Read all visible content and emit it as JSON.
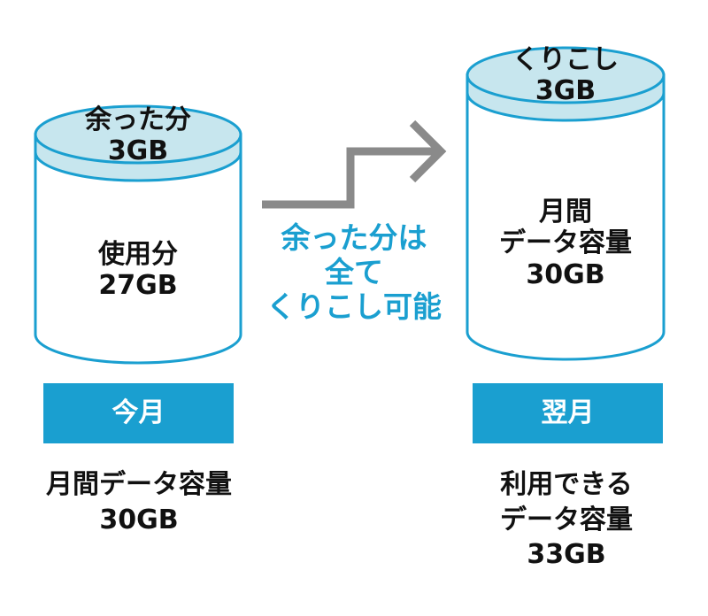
{
  "left_cylinder": {
    "top_line1": "余った分",
    "top_line2": "3GB",
    "body_line1": "使用分",
    "body_line2": "27GB",
    "label": "今月"
  },
  "right_cylinder": {
    "top_line1": "くりこし",
    "top_line2": "3GB",
    "body_line1": "月間",
    "body_line2": "データ容量",
    "body_line3": "30GB",
    "label": "翌月"
  },
  "center_text": {
    "line1": "余った分は",
    "line2": "全て",
    "line3": "くりこし可能"
  },
  "left_caption": {
    "line1": "月間データ容量",
    "line2": "30GB"
  },
  "right_caption": {
    "line1": "利用できる",
    "line2": "データ容量",
    "line3": "33GB"
  },
  "colors": {
    "accent": "#1a9fd0",
    "cylinder_top_fill": "#c7e6ee",
    "cylinder_stroke": "#1a9fd0",
    "arrow": "#8a8a8a"
  }
}
